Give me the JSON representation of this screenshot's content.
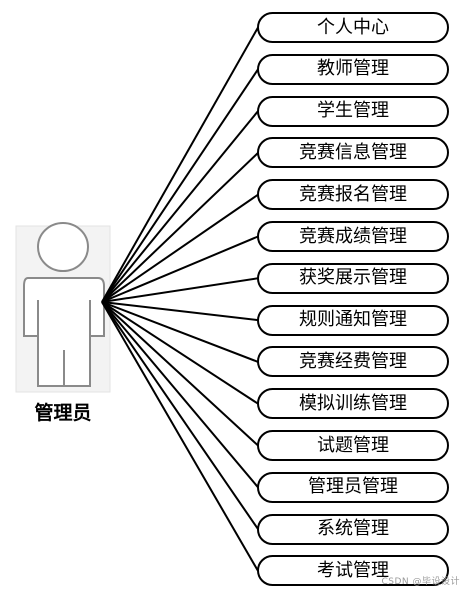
{
  "actor": {
    "label": "管理员",
    "icon": "person-silhouette-icon"
  },
  "modules": [
    {
      "label": "个人中心"
    },
    {
      "label": "教师管理"
    },
    {
      "label": "学生管理"
    },
    {
      "label": "竞赛信息管理"
    },
    {
      "label": "竞赛报名管理"
    },
    {
      "label": "竞赛成绩管理"
    },
    {
      "label": "获奖展示管理"
    },
    {
      "label": "规则通知管理"
    },
    {
      "label": "竞赛经费管理"
    },
    {
      "label": "模拟训练管理"
    },
    {
      "label": "试题管理"
    },
    {
      "label": "管理员管理"
    },
    {
      "label": "系统管理"
    },
    {
      "label": "考试管理"
    }
  ],
  "watermark": "CSDN @毕设设计"
}
